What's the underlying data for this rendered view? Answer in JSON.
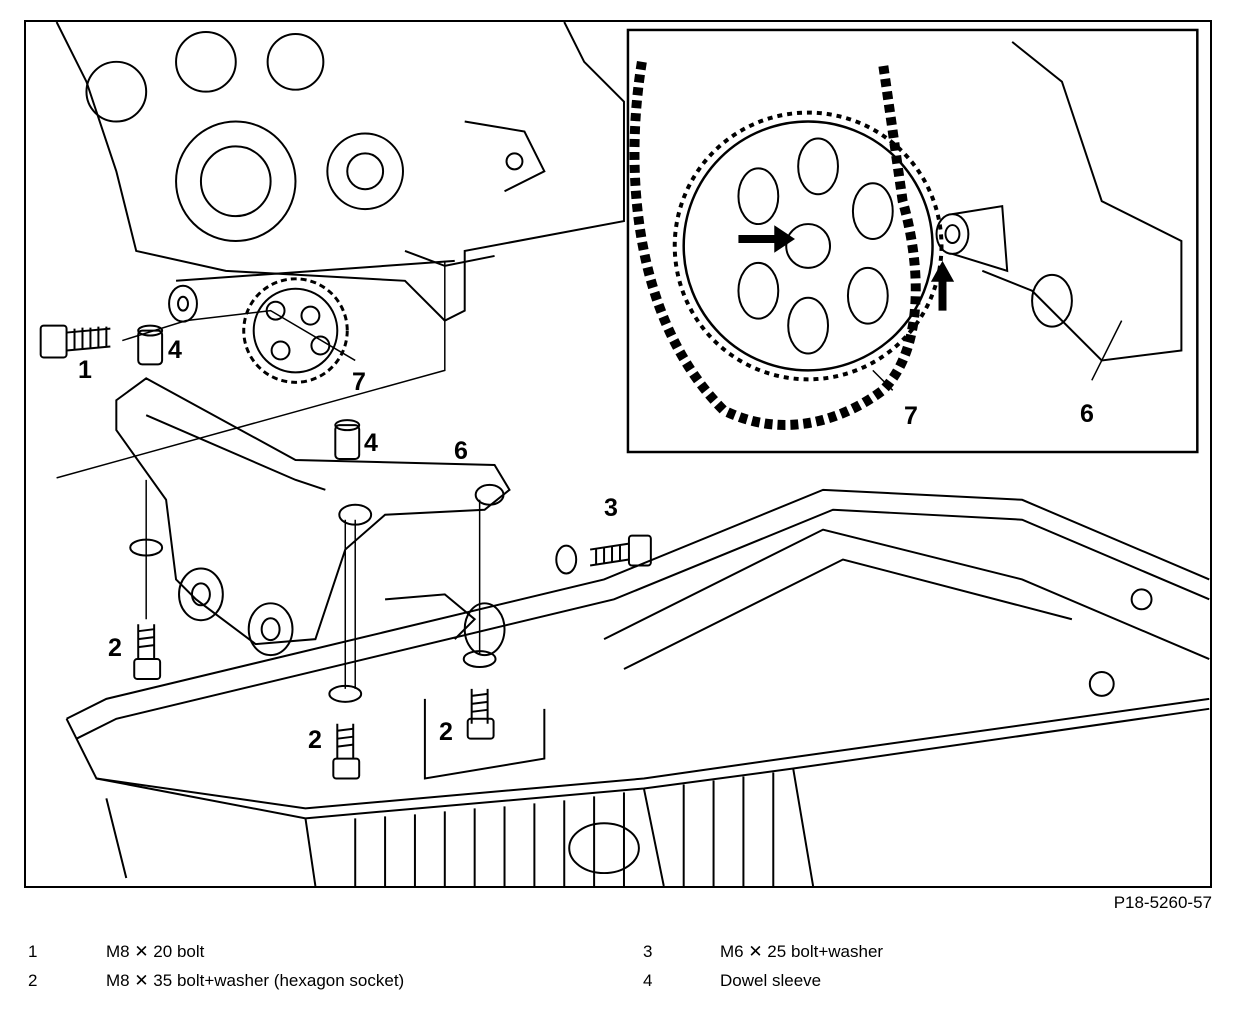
{
  "callouts": {
    "c1": "1",
    "c4a": "4",
    "c7a": "7",
    "c4b": "4",
    "c6a": "6",
    "c3": "3",
    "c2a": "2",
    "c2b": "2",
    "c2c": "2",
    "c7b": "7",
    "c6b": "6"
  },
  "figure_code": "P18-5260-57",
  "legend": [
    {
      "num": "1",
      "text": "M8 ✕ 20 bolt"
    },
    {
      "num": "2",
      "text": "M8 ✕ 35 bolt+washer (hexagon socket)"
    },
    {
      "num": "3",
      "text": "M6 ✕ 25 bolt+washer"
    },
    {
      "num": "4",
      "text": "Dowel sleeve"
    }
  ]
}
